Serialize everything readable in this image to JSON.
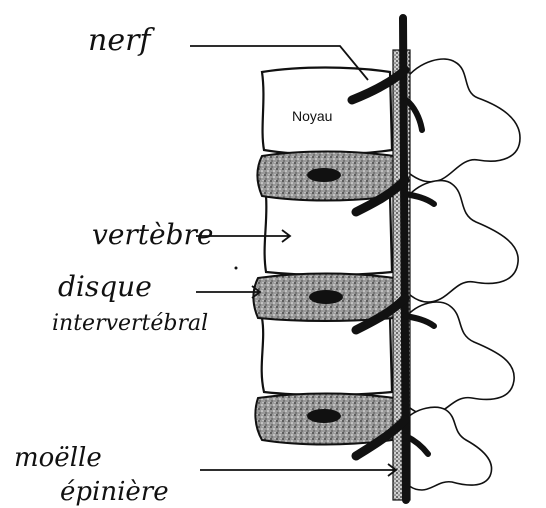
{
  "labels": {
    "nerf": "nerf",
    "noyau": "Noyau",
    "vertebre": "vertèbre",
    "disque_line1": "disque",
    "disque_line2": "intervertébral",
    "moelle_line1": "moëlle",
    "moelle_line2": "épinière"
  },
  "colors": {
    "ink": "#111111",
    "paper": "#ffffff",
    "disc_fill": "#8a8a8a"
  }
}
